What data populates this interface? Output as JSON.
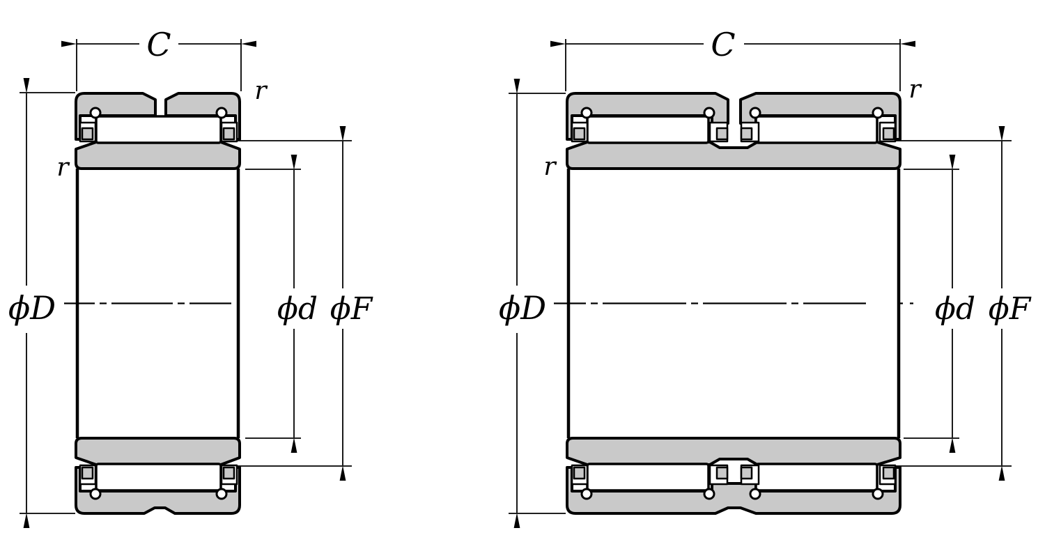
{
  "diagram": {
    "background_color": "#ffffff",
    "line_color": "#000000",
    "section_fill_color": "#c9c9c9",
    "left_bearing": {
      "labels": {
        "width": "C",
        "chamfer_top_right": "r",
        "chamfer_left": "r",
        "outer_diameter": "ϕD",
        "bore_diameter": "ϕd",
        "raceway_diameter": "ϕF"
      }
    },
    "right_bearing": {
      "labels": {
        "width": "C",
        "chamfer_top_right": "r",
        "chamfer_left": "r",
        "outer_diameter": "ϕD",
        "bore_diameter": "ϕd",
        "raceway_diameter": "ϕF"
      }
    }
  }
}
